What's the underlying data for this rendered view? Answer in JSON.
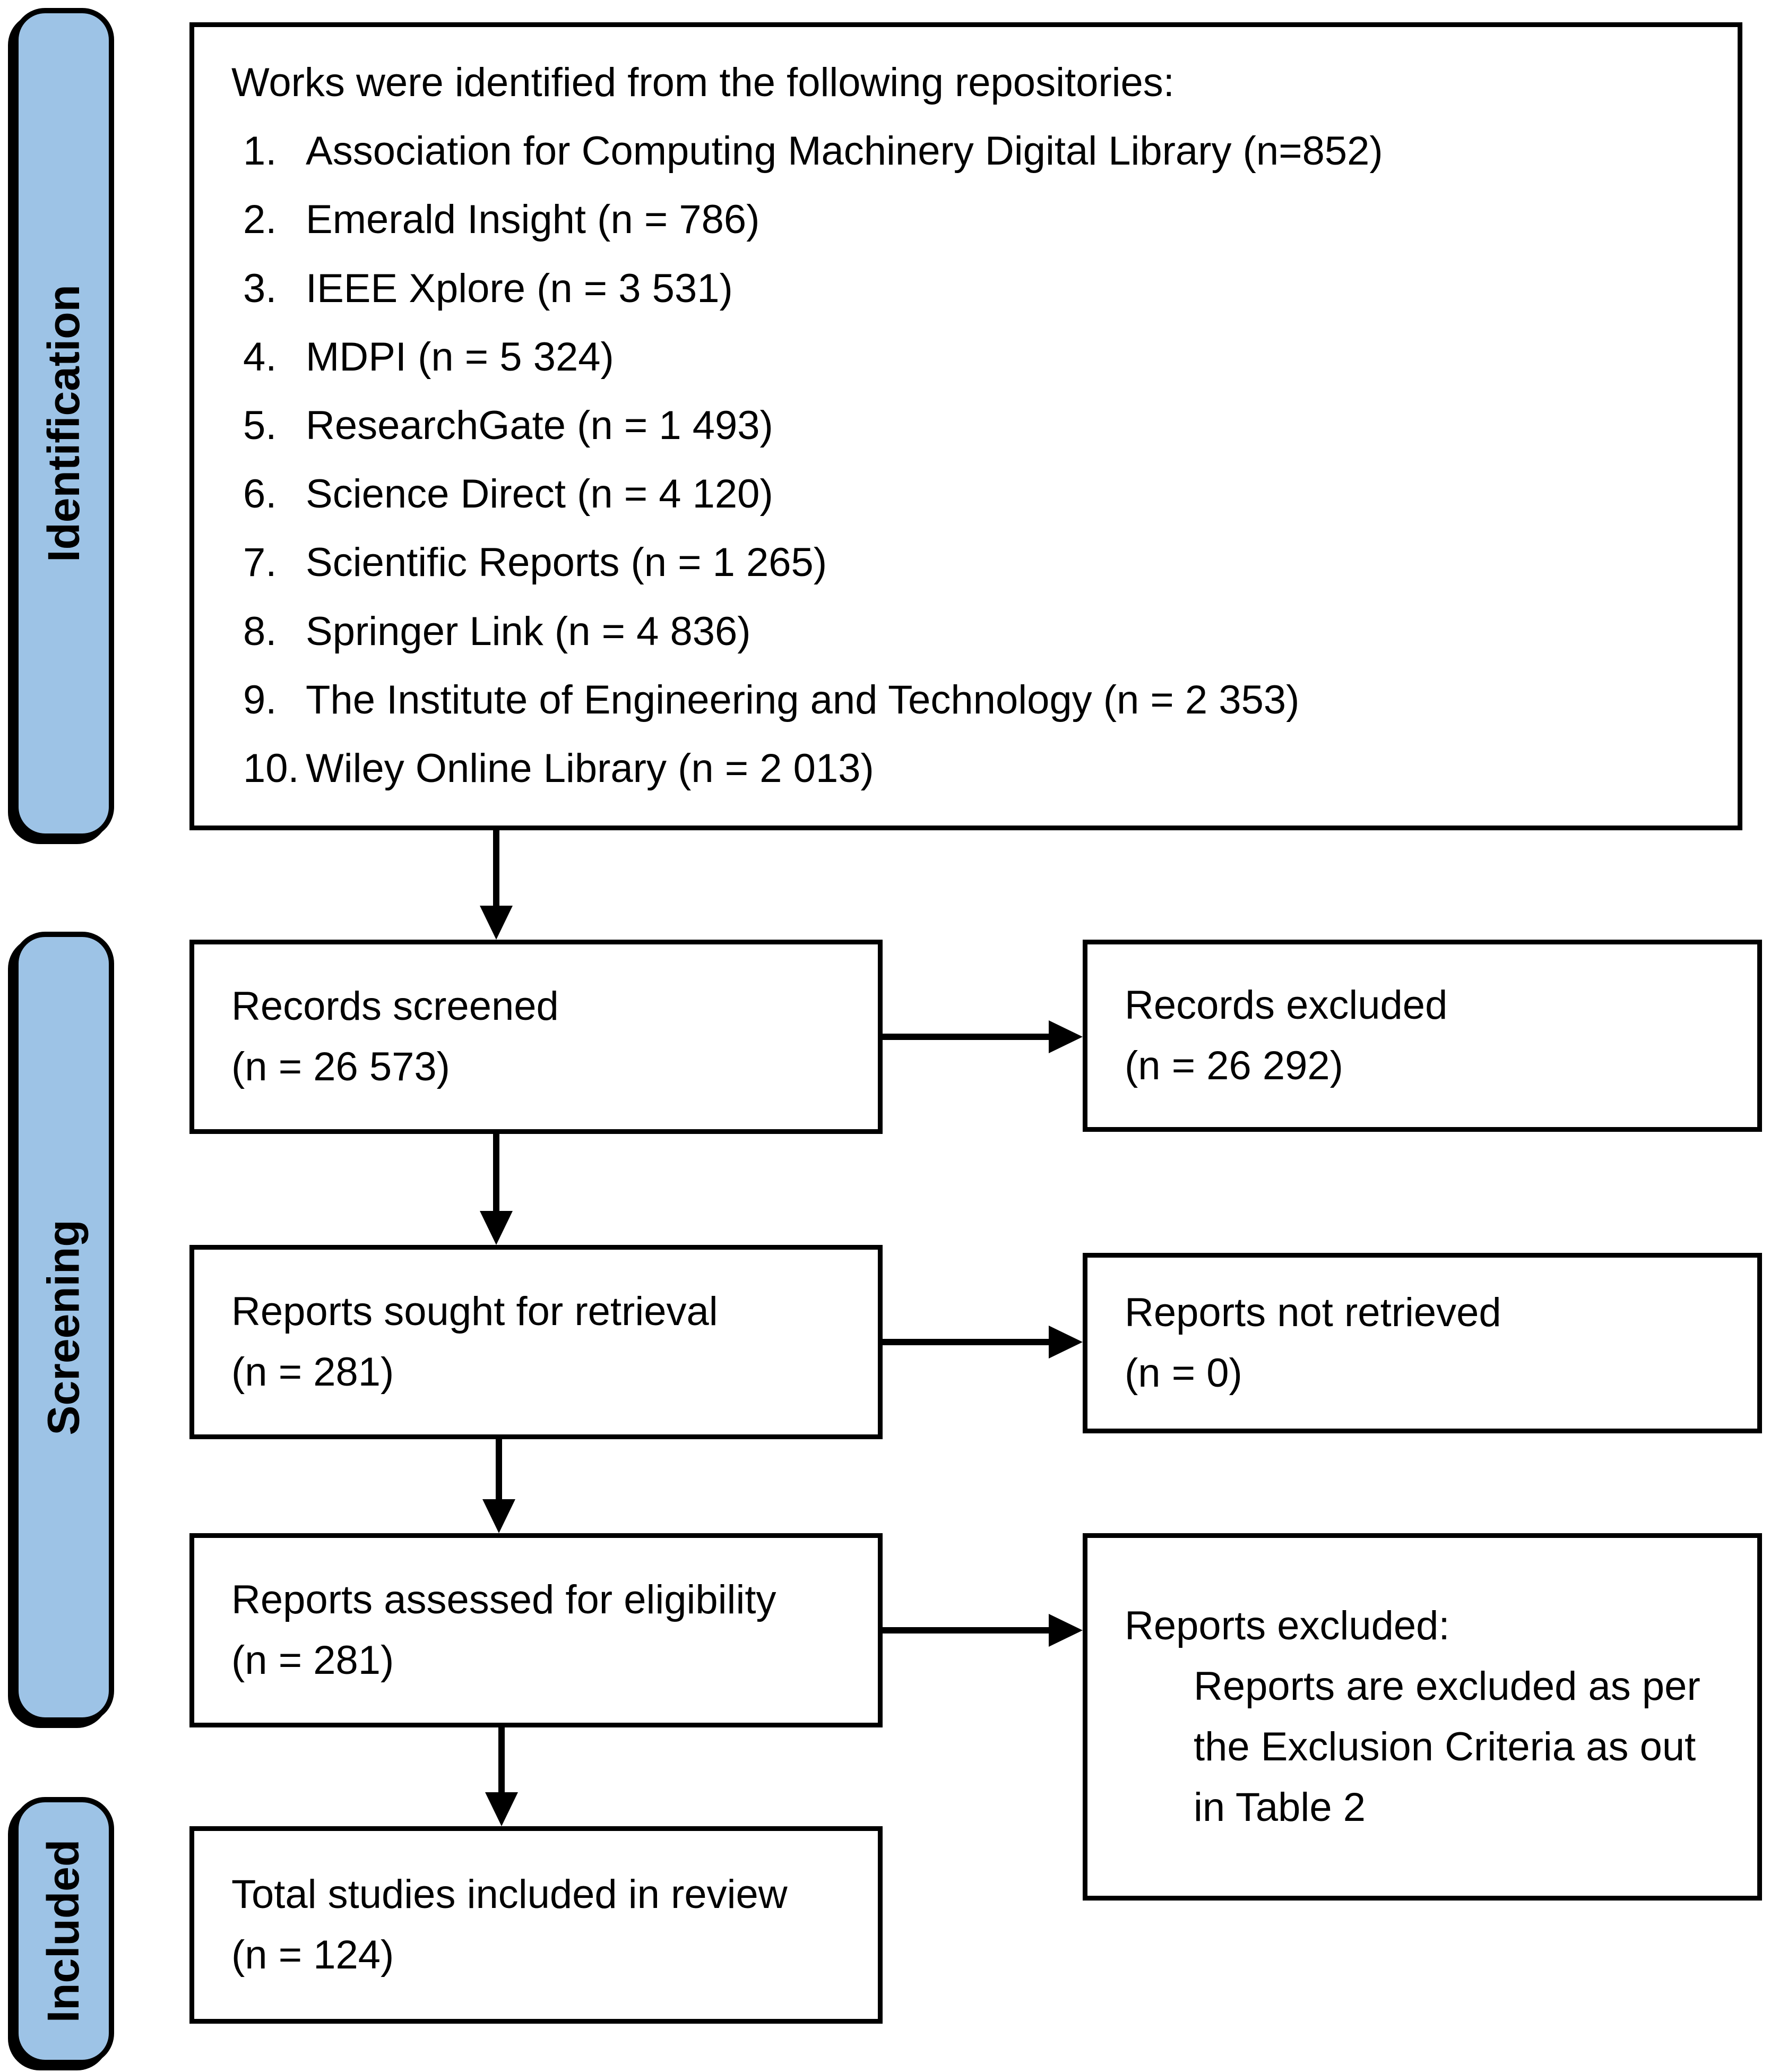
{
  "sidebar": {
    "identification": "Identification",
    "screening": "Screening",
    "included": "Included"
  },
  "identification_box": {
    "intro": "Works were identified from the following repositories:",
    "items": [
      {
        "num": "1.",
        "text": "Association for Computing Machinery Digital Library (n=852)"
      },
      {
        "num": "2.",
        "text": "Emerald Insight (n = 786)"
      },
      {
        "num": "3.",
        "text": "IEEE Xplore (n = 3 531)"
      },
      {
        "num": "4.",
        "text": "MDPI (n = 5 324)"
      },
      {
        "num": "5.",
        "text": "ResearchGate (n = 1 493)"
      },
      {
        "num": "6.",
        "text": "Science Direct (n = 4 120)"
      },
      {
        "num": "7.",
        "text": "Scientific Reports (n = 1 265)"
      },
      {
        "num": "8.",
        "text": "Springer Link (n = 4 836)"
      },
      {
        "num": "9.",
        "text": "The Institute of Engineering and Technology (n = 2 353)"
      },
      {
        "num": "10.",
        "text": "Wiley Online Library (n = 2 013)"
      }
    ]
  },
  "boxes": {
    "records_screened": {
      "line1": "Records screened",
      "line2": "(n = 26 573)"
    },
    "records_excluded": {
      "line1": "Records excluded",
      "line2": "(n = 26 292)"
    },
    "reports_sought": {
      "line1": "Reports sought for retrieval",
      "line2": "(n = 281)"
    },
    "reports_not_retrieved": {
      "line1": "Reports not retrieved",
      "line2": "(n = 0)"
    },
    "reports_assessed": {
      "line1": "Reports assessed for eligibility",
      "line2": "(n = 281)"
    },
    "reports_excluded": {
      "line1": "Reports excluded:",
      "detail": "Reports are excluded as per the Exclusion Criteria as out in Table 2"
    },
    "total_included": {
      "line1": "Total studies included in review",
      "line2": "(n = 124)"
    }
  },
  "colors": {
    "sidebar_fill": "#9DC3E6",
    "box_fill": "#FFFFFF",
    "box_border": "#000000",
    "arrow": "#000000"
  }
}
